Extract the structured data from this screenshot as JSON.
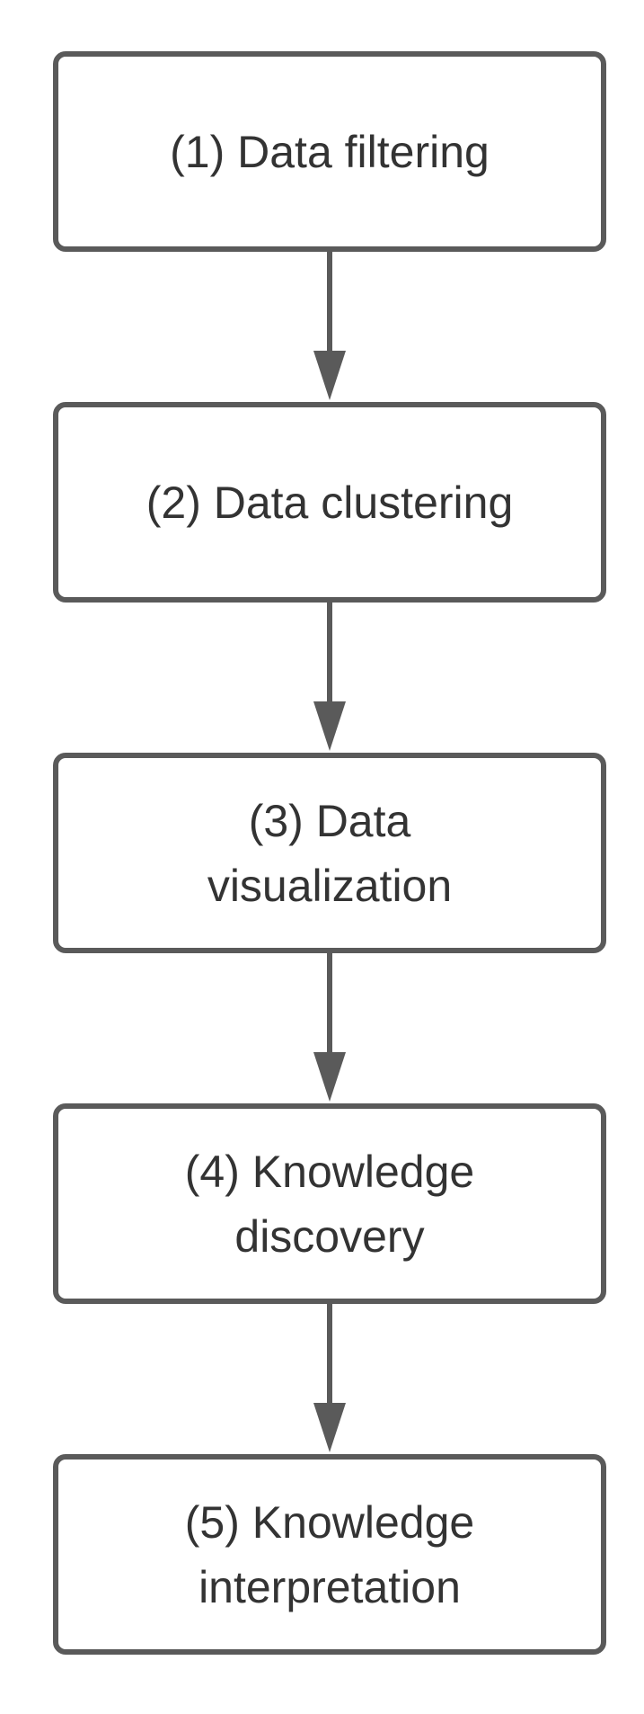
{
  "diagram": {
    "steps": [
      {
        "label": "(1) Data filtering"
      },
      {
        "label": "(2) Data clustering"
      },
      {
        "label": "(3) Data\nvisualization"
      },
      {
        "label": "(4) Knowledge\ndiscovery"
      },
      {
        "label": "(5) Knowledge\ninterpretation"
      }
    ],
    "colors": {
      "stroke": "#5a5a5a",
      "text": "#333333",
      "background": "#ffffff"
    }
  }
}
